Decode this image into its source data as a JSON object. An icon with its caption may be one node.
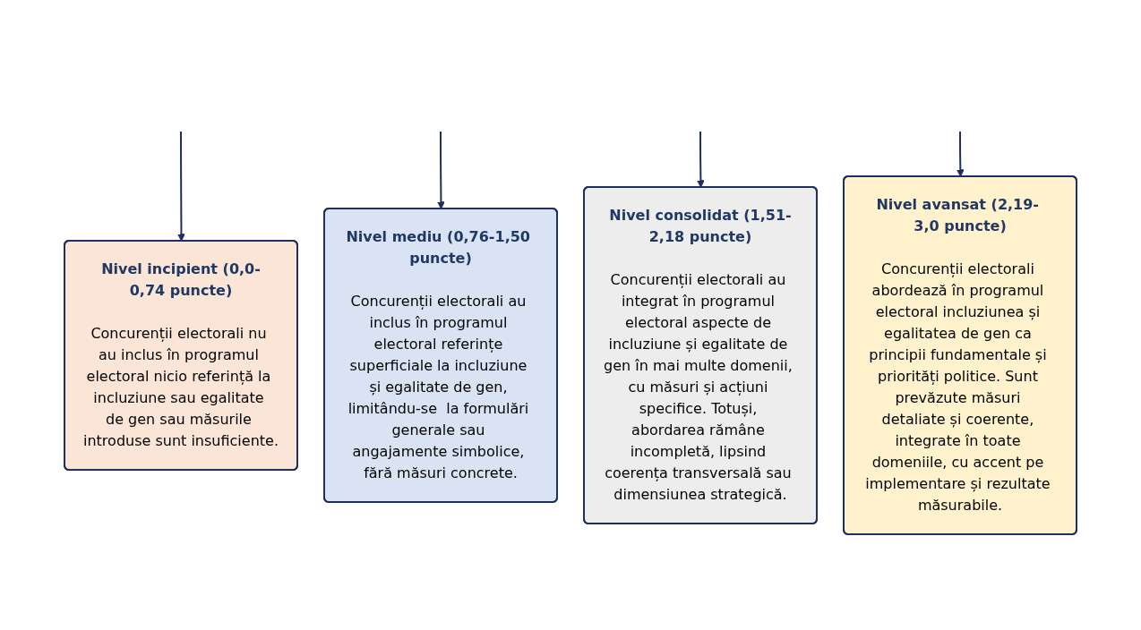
{
  "diagram": {
    "nodes": [
      {
        "text": [
          "Nivel incipient (0,0-0,74 puncte)",
          "Concurenții electorali nu au inclus în programul electoral nicio referință la incluziune sau egalitate de gen sau măsurile introduse sunt insuficiente."
        ]
      },
      {
        "text": [
          "Nivel mediu (0,76-1,50 puncte)",
          "Concurenții electorali au inclus în programul electoral referințe superficiale la incluziune și egalitate de gen, limitându-se  la formulări generale sau angajamente simbolice, fără măsuri concrete."
        ]
      },
      {
        "text": [
          "Nivel consolidat (1,51-2,18 puncte)",
          "Concurenții electorali au integrat în programul electoral aspecte de incluziune și egalitate de gen în mai multe domenii, cu măsuri și acțiuni specifice. Totuși, abordarea rămâne incompletă, lipsind coerența transversală sau dimensiunea strategică."
        ]
      },
      {
        "text": [
          "Nivel avansat (2,19- 3,0 puncte)",
          "Concurenții electorali abordează în programul electoral incluziunea și egalitatea de gen ca principii fundamentale și priorități politice. Sunt prevăzute măsuri detaliate și coerente, integrate în toate domeniile, cu accent pe implementare și rezultate măsurabile."
        ]
      }
    ],
    "edges": [
      {
        "from": null,
        "to": 0,
        "arrow": "to"
      },
      {
        "from": null,
        "to": 1,
        "arrow": "to"
      },
      {
        "from": null,
        "to": 2,
        "arrow": "to"
      },
      {
        "from": null,
        "to": 3,
        "arrow": "to"
      }
    ]
  }
}
